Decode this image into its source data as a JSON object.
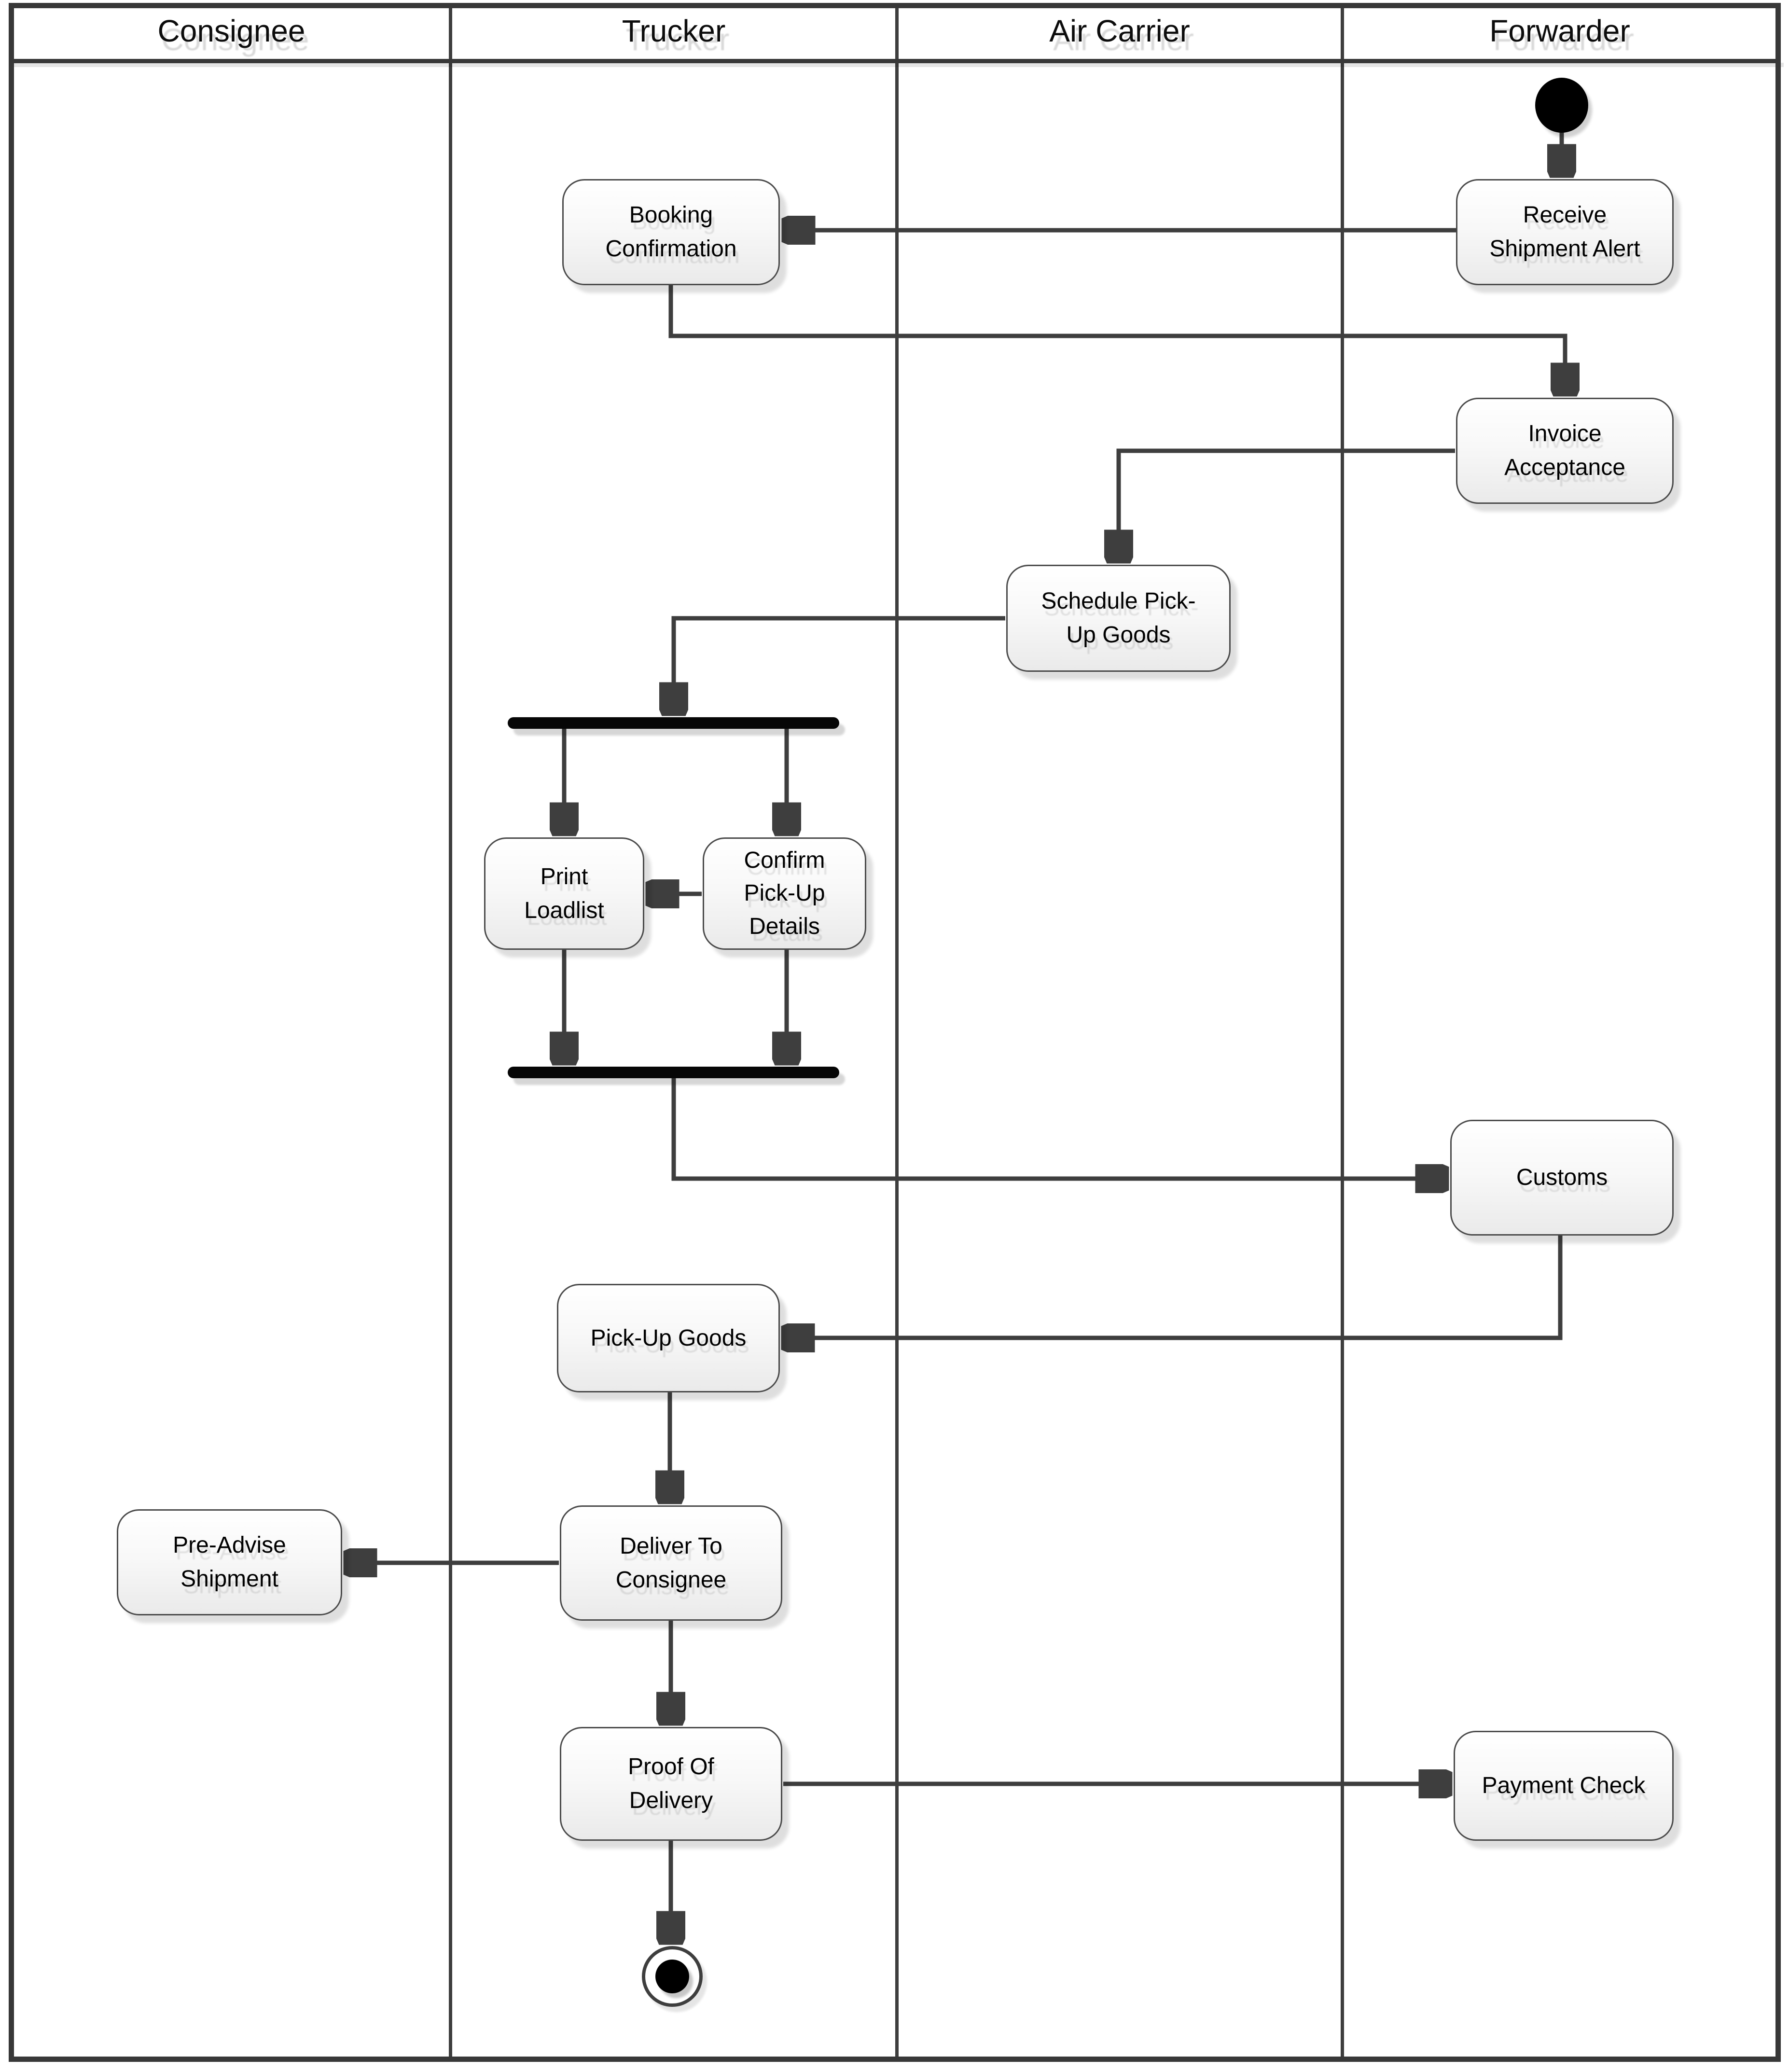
{
  "diagram": {
    "type": "uml-activity-swimlane-diagram"
  },
  "lanes": [
    {
      "label": "Consignee"
    },
    {
      "label": "Trucker"
    },
    {
      "label": "Air Carrier"
    },
    {
      "label": "Forwarder"
    }
  ],
  "nodes": {
    "start": {
      "type": "initial-node",
      "lane": "Forwarder"
    },
    "receive_shipment_alert": {
      "label": "Receive\nShipment Alert",
      "lane": "Forwarder"
    },
    "booking_confirmation": {
      "label": "Booking\nConfirmation",
      "lane": "Trucker"
    },
    "invoice_acceptance": {
      "label": "Invoice\nAcceptance",
      "lane": "Forwarder"
    },
    "schedule_pickup_goods": {
      "label": "Schedule Pick-\nUp Goods",
      "lane": "Air Carrier"
    },
    "fork_bar": {
      "type": "fork",
      "lane": "Trucker"
    },
    "print_loadlist": {
      "label": "Print\nLoadlist",
      "lane": "Trucker"
    },
    "confirm_pickup_details": {
      "label": "Confirm\nPick-Up\nDetails",
      "lane": "Trucker"
    },
    "join_bar": {
      "type": "join",
      "lane": "Trucker"
    },
    "customs": {
      "label": "Customs",
      "lane": "Forwarder"
    },
    "pickup_goods": {
      "label": "Pick-Up Goods",
      "lane": "Trucker"
    },
    "pre_advise_shipment": {
      "label": "Pre-Advise\nShipment",
      "lane": "Consignee"
    },
    "deliver_to_consignee": {
      "label": "Deliver To\nConsignee",
      "lane": "Trucker"
    },
    "proof_of_delivery": {
      "label": "Proof Of\nDelivery",
      "lane": "Trucker"
    },
    "payment_check": {
      "label": "Payment Check",
      "lane": "Forwarder"
    },
    "end": {
      "type": "final-node",
      "lane": "Trucker"
    }
  },
  "edges": [
    {
      "from": "start",
      "to": "receive_shipment_alert"
    },
    {
      "from": "receive_shipment_alert",
      "to": "booking_confirmation"
    },
    {
      "from": "booking_confirmation",
      "to": "invoice_acceptance"
    },
    {
      "from": "invoice_acceptance",
      "to": "schedule_pickup_goods"
    },
    {
      "from": "schedule_pickup_goods",
      "to": "fork_bar"
    },
    {
      "from": "fork_bar",
      "to": "print_loadlist"
    },
    {
      "from": "fork_bar",
      "to": "confirm_pickup_details"
    },
    {
      "from": "confirm_pickup_details",
      "to": "print_loadlist"
    },
    {
      "from": "print_loadlist",
      "to": "join_bar"
    },
    {
      "from": "confirm_pickup_details",
      "to": "join_bar"
    },
    {
      "from": "join_bar",
      "to": "customs"
    },
    {
      "from": "customs",
      "to": "pickup_goods"
    },
    {
      "from": "pickup_goods",
      "to": "deliver_to_consignee"
    },
    {
      "from": "deliver_to_consignee",
      "to": "pre_advise_shipment"
    },
    {
      "from": "deliver_to_consignee",
      "to": "proof_of_delivery"
    },
    {
      "from": "proof_of_delivery",
      "to": "payment_check"
    },
    {
      "from": "proof_of_delivery",
      "to": "end"
    }
  ],
  "colors": {
    "line": "#3e3e3e",
    "bar": "#000000",
    "box_border": "#4a4a4a",
    "box_fill_top": "#ffffff",
    "box_fill_bottom": "#ebebeb",
    "shadow": "#d9d9d9",
    "background": "#ffffff",
    "text": "#000000"
  }
}
